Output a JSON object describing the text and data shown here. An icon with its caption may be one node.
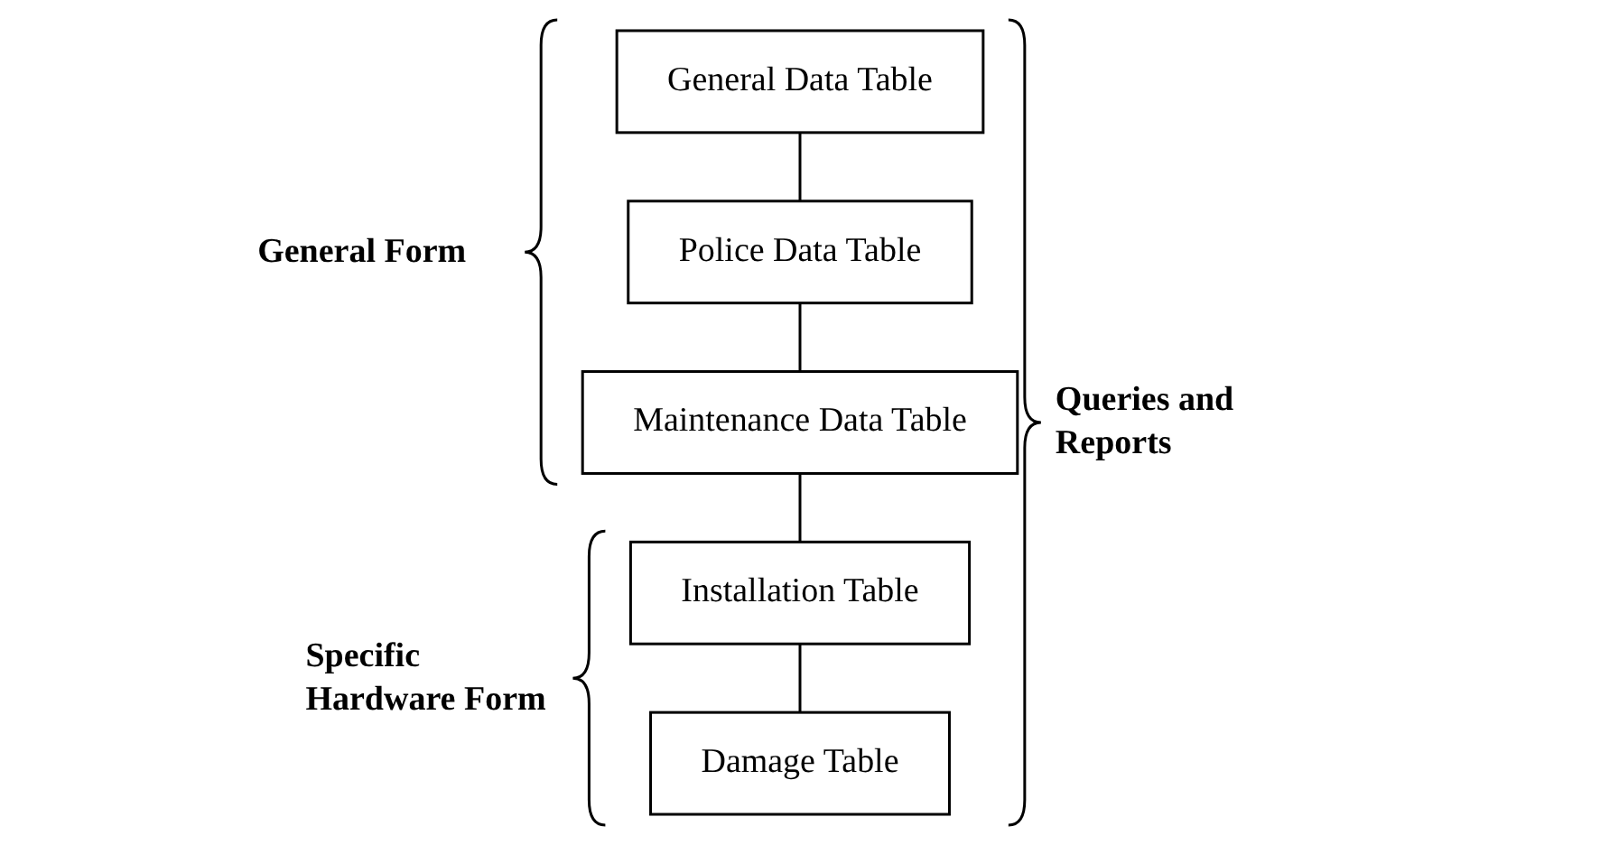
{
  "diagram": {
    "nodes": [
      {
        "text": [
          "General Data Table"
        ]
      },
      {
        "text": [
          "Police Data Table"
        ]
      },
      {
        "text": [
          "Maintenance Data Table"
        ]
      },
      {
        "text": [
          "Installation Table"
        ]
      },
      {
        "text": [
          "Damage Table"
        ]
      }
    ],
    "edges": [
      {
        "from": 0,
        "to": 1,
        "arrow": "none"
      },
      {
        "from": 1,
        "to": 2,
        "arrow": "none"
      },
      {
        "from": 2,
        "to": 3,
        "arrow": "none"
      },
      {
        "from": 3,
        "to": 4,
        "arrow": "none"
      }
    ],
    "labels": [
      "General Form",
      "Queries and Reports",
      "Specific Hardware Form"
    ]
  }
}
